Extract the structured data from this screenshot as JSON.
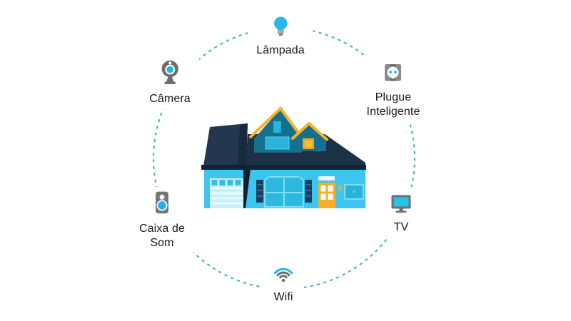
{
  "app": {
    "background_color": "#ffffff"
  },
  "diagram": {
    "type": "smart-home-device-ring",
    "ring_color": "#4cb6c3",
    "accent_cyan": "#1fb4e8",
    "icon_gray": "#6e6e6e",
    "text_color": "#181818",
    "devices": [
      {
        "label": "Lâmpada",
        "icon": "lightbulb-icon"
      },
      {
        "label": "Câmera",
        "icon": "camera-icon"
      },
      {
        "label": "Plugue\nInteligente",
        "icon": "smart-plug-icon"
      },
      {
        "label": "Caixa de\nSom",
        "icon": "speaker-icon"
      },
      {
        "label": "TV",
        "icon": "tv-icon"
      },
      {
        "label": "Wifi",
        "icon": "wifi-icon"
      }
    ],
    "center_illustration": {
      "name": "smart-home-house",
      "colors": {
        "wall": "#3cc5f0",
        "roof_dark": "#1c3046",
        "roof_left": "#233850",
        "roof_edge": "#0f2236",
        "gable_face": "#156f8e",
        "trim_gold": "#f5b32a",
        "window_cyan": "#2bb4da",
        "garage_door": "#c9f0fa",
        "door_gold": "#f5ae25"
      }
    }
  }
}
